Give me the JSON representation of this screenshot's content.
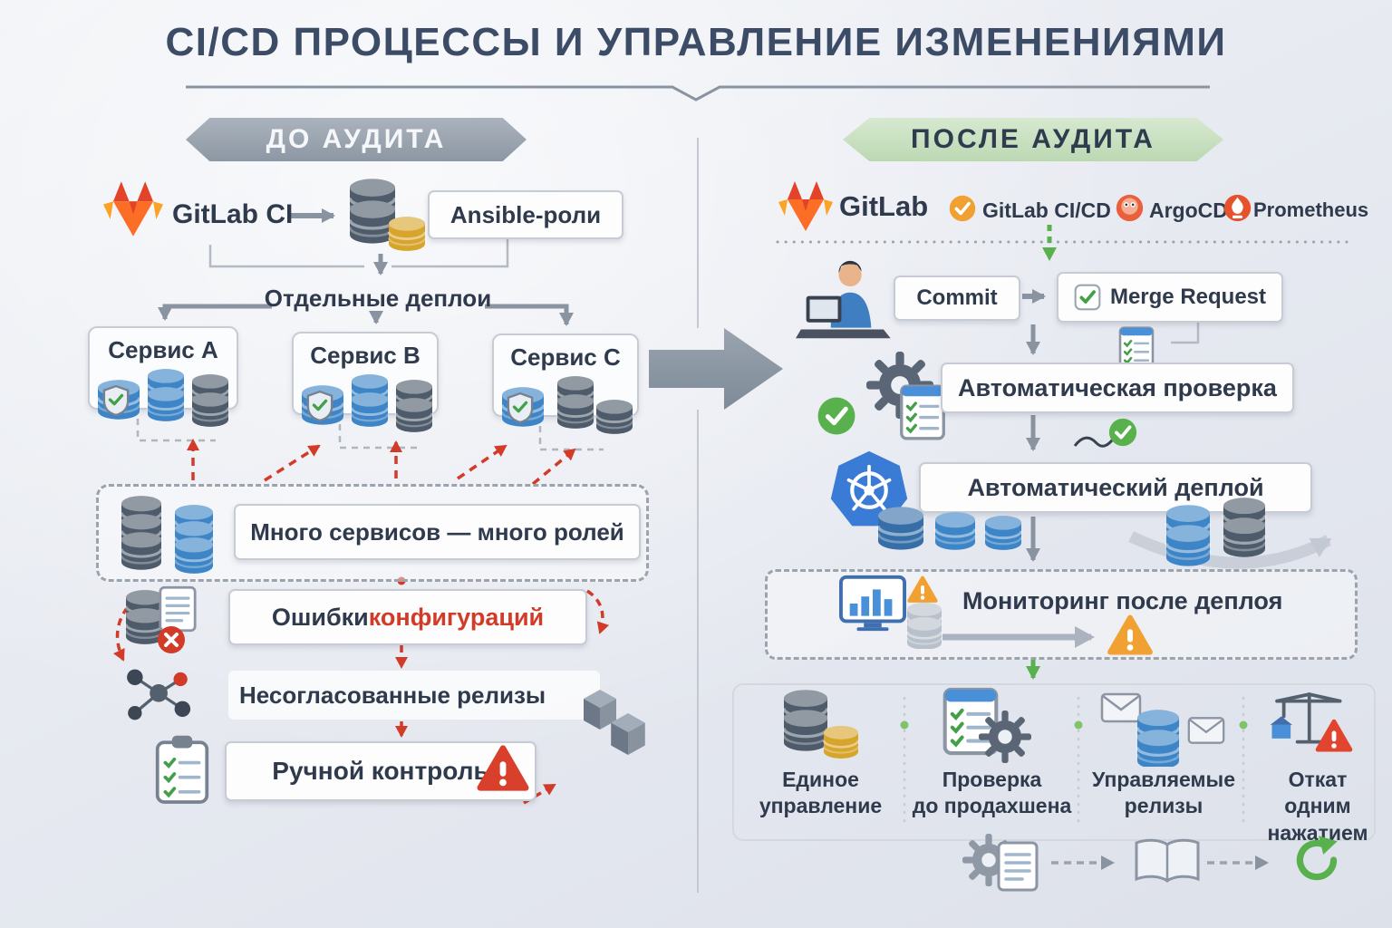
{
  "palette": {
    "background": "#e9ebf1",
    "title_text": "#3d4c66",
    "banner_before": "#98a2ad",
    "banner_after": "#cfe4c8",
    "accent_red": "#d23b27",
    "accent_green": "#58b14c",
    "accent_gray": "#8a94a1",
    "gitlab_orange": "#fc6d26",
    "db_blue": "#3d85c6",
    "db_dark": "#4e5b6b",
    "db_gold": "#d7a52c"
  },
  "title": "CI/CD ПРОЦЕССЫ И УПРАВЛЕНИЕ ИЗМЕНЕНИЯМИ",
  "left_panel": {
    "header": "ДО АУДИТА",
    "gitlab_label": "GitLab CI",
    "ansible_label": "Ansible-роли",
    "deploys_label": "Отдельные деплои",
    "services": [
      {
        "label": "Сервис A"
      },
      {
        "label": "Сервис B"
      },
      {
        "label": "Сервис C"
      }
    ],
    "problem_many": "Много сервисов — много ролей",
    "problem_errors_prefix": "Ошибки ",
    "problem_errors_highlight": "конфигураций",
    "problem_releases": "Несогласованные релизы",
    "problem_manual": "Ручной контроль"
  },
  "right_panel": {
    "header": "ПОСЛЕ АУДИТА",
    "gitlab_label": "GitLab",
    "tools": [
      {
        "label": "GitLab CI/CD"
      },
      {
        "label": "ArgoCD"
      },
      {
        "label": "Prometheus"
      }
    ],
    "commit_label": "Commit",
    "merge_request_label": "Merge Request",
    "auto_check_label": "Автоматическая проверка",
    "auto_deploy_label": "Автоматический деплой",
    "monitoring_label": "Мониторинг после деплоя",
    "benefits": [
      {
        "label": "Единое\nуправление"
      },
      {
        "label": "Проверка\nдо продахшена"
      },
      {
        "label": "Управляемые\nрелизы"
      },
      {
        "label": "Откат одним\nнажатием"
      }
    ]
  }
}
